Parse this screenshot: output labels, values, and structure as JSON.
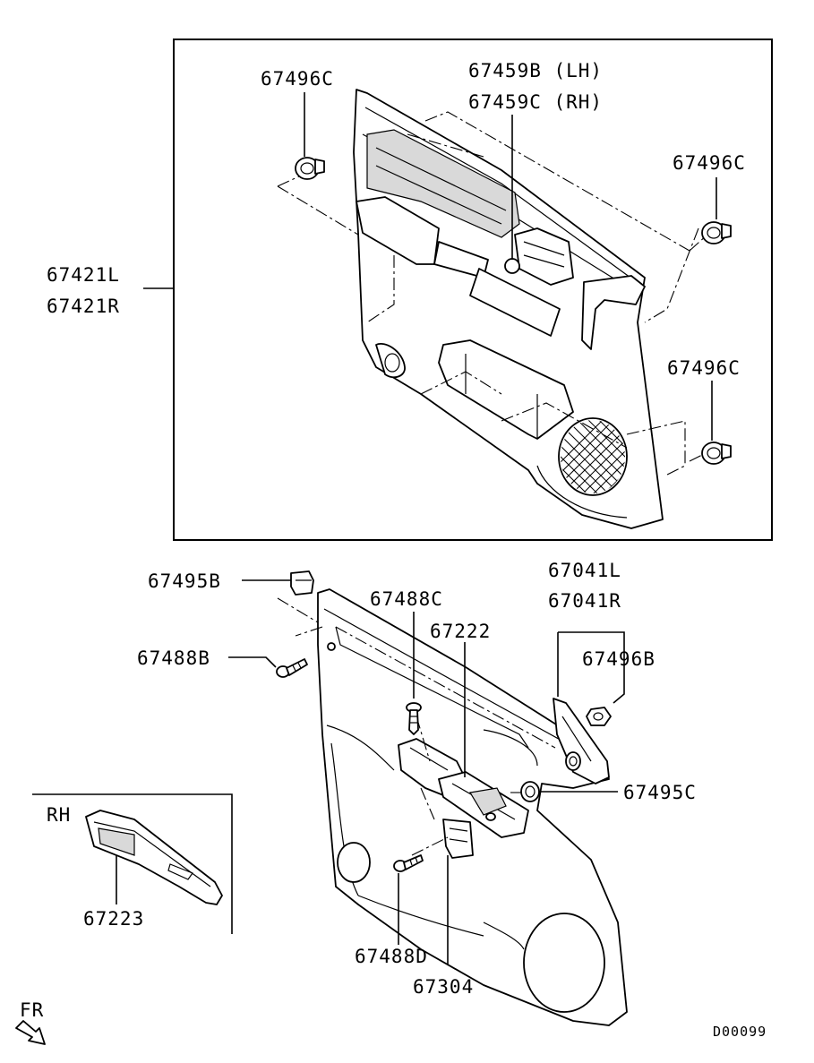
{
  "diagram": {
    "code": "D00099",
    "orientation": "FR",
    "inset_label": "RH",
    "labels": {
      "clip_top": "67496C",
      "handle_lh": "67459B (LH)",
      "handle_rh": "67459C (RH)",
      "clip_right_upper": "67496C",
      "trim_l": "67421L",
      "trim_r": "67421R",
      "clip_right_lower": "67496C",
      "fastener_67495b": "67495B",
      "screw_67488c": "67488C",
      "switch_67222": "67222",
      "screw_67488b": "67488B",
      "garnish_l": "67041L",
      "garnish_r": "67041R",
      "clip_67496b": "67496B",
      "clip_67495c": "67495C",
      "switch_rh_67223": "67223",
      "screw_67488d": "67488D",
      "bracket_67304": "67304"
    }
  }
}
